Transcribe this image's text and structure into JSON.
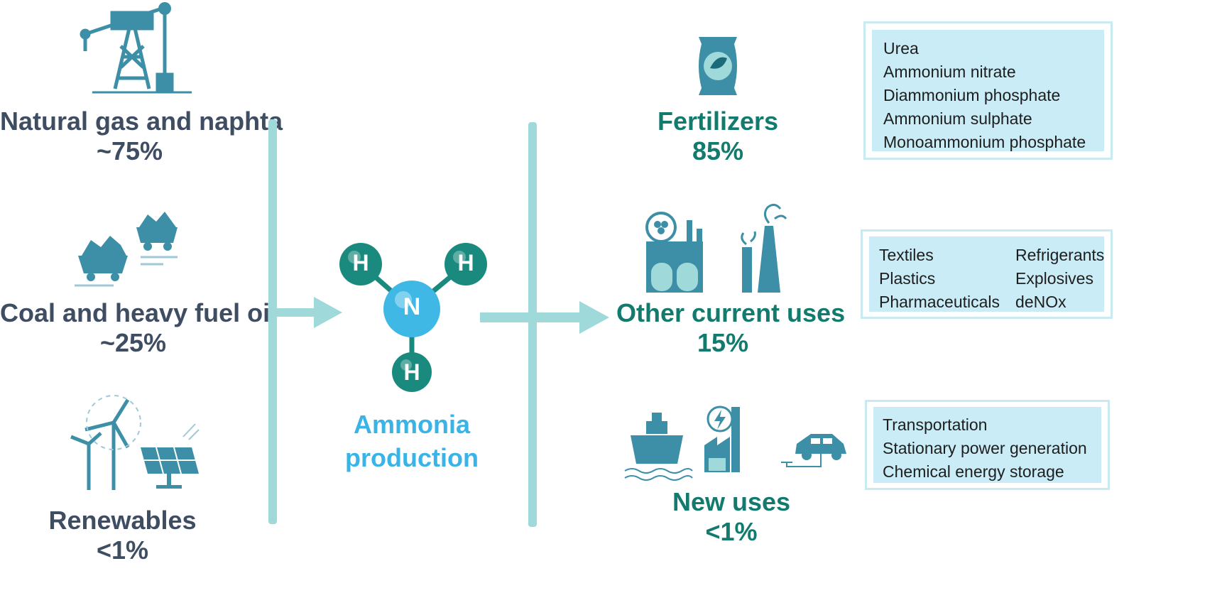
{
  "sources": [
    {
      "label": "Natural gas and naphta",
      "share": "~75%",
      "icon": "oil-derrick-icon"
    },
    {
      "label": "Coal and heavy fuel oil",
      "share": "~25%",
      "icon": "coal-cart-icon"
    },
    {
      "label": "Renewables",
      "share": "<1%",
      "icon": "wind-solar-icon"
    }
  ],
  "center": {
    "title_line1": "Ammonia",
    "title_line2": "production",
    "molecule": {
      "center_atom": "N",
      "outer_atoms": [
        "H",
        "H",
        "H"
      ]
    }
  },
  "uses": [
    {
      "label": "Fertilizers",
      "share": "85%",
      "icon": "fertilizer-bag-icon",
      "items": [
        "Urea",
        "Ammonium nitrate",
        "Diammonium phosphate",
        "Ammonium sulphate",
        "Monoammonium phosphate"
      ]
    },
    {
      "label": "Other current uses",
      "share": "15%",
      "icon": "chemical-plant-icon",
      "items_col1": [
        "Textiles",
        "Plastics",
        "Pharmaceuticals"
      ],
      "items_col2": [
        "Refrigerants",
        "Explosives",
        "deNOx"
      ]
    },
    {
      "label": "New uses",
      "share": "<1%",
      "icon": "ship-factory-car-icon",
      "items": [
        "Transportation",
        "Stationary power generation",
        "Chemical energy storage"
      ]
    }
  ],
  "colors": {
    "source_text": "#3f4d63",
    "use_text": "#137a6e",
    "center_text": "#3ab3e6",
    "bar": "#9fd9d9",
    "icon": "#3c8fa6",
    "box_fill": "#c9ecf7",
    "atom_h": "#1a8a7e",
    "atom_n": "#3fb8e6"
  }
}
